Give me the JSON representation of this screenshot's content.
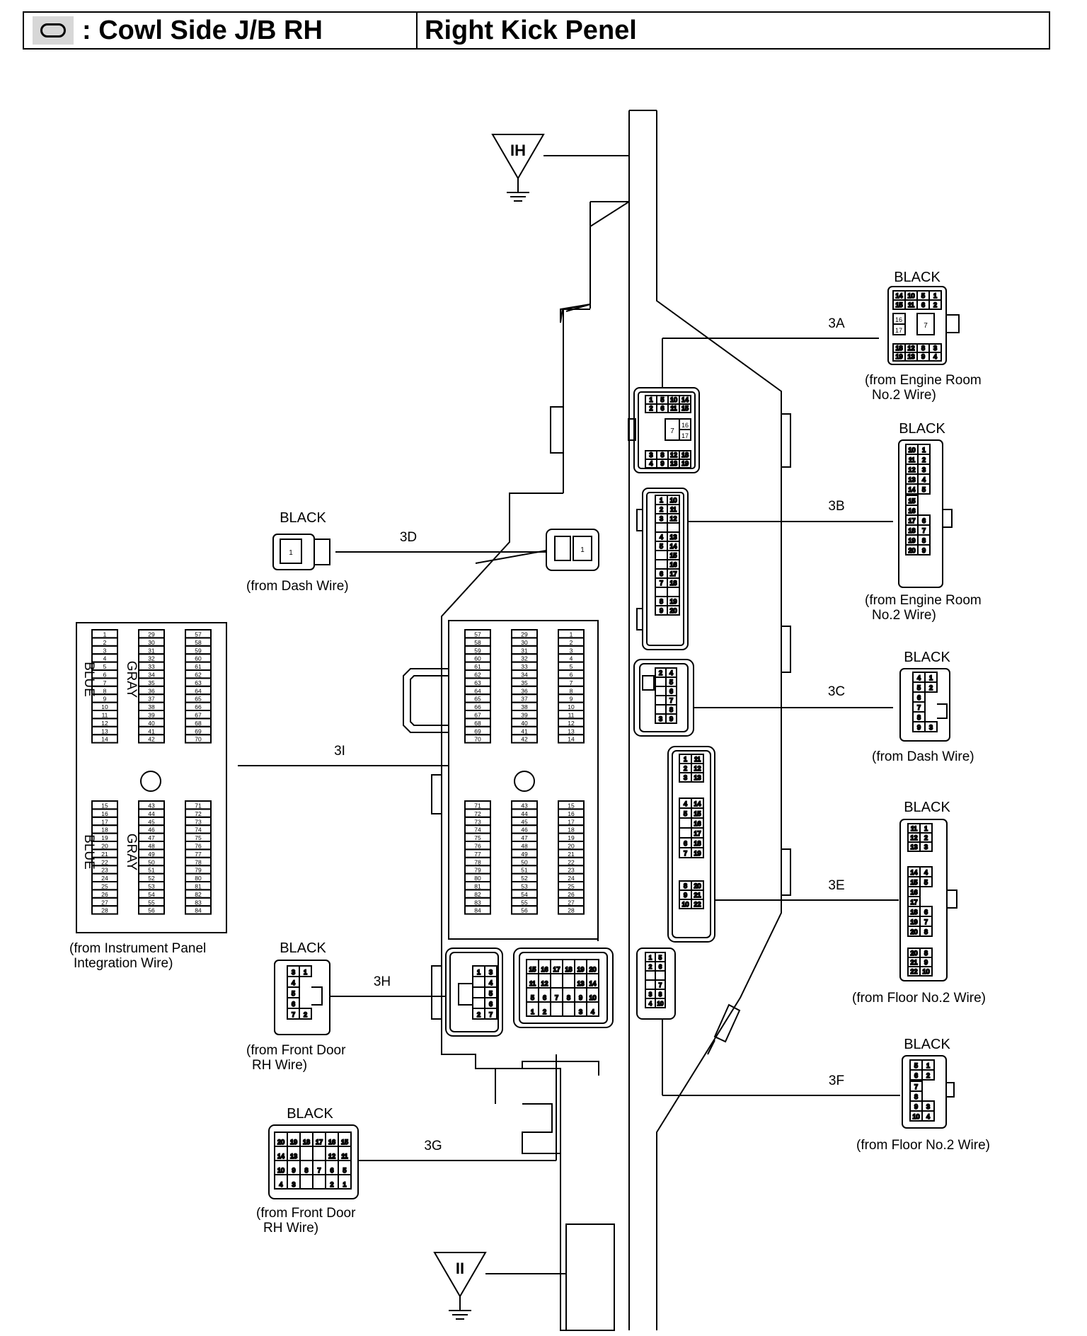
{
  "header": {
    "symbol": "oval-connector-symbol",
    "left_title": ": Cowl Side J/B RH",
    "right_title": "Right Kick Penel"
  },
  "grounds": [
    {
      "label": "IH"
    },
    {
      "label": "II"
    }
  ],
  "connector_ids": {
    "c3A": "3A",
    "c3B": "3B",
    "c3C": "3C",
    "c3D": "3D",
    "c3E": "3E",
    "c3F": "3F",
    "c3G": "3G",
    "c3H": "3H",
    "c3I": "3I"
  },
  "connectors": {
    "c3A": {
      "color": "BLACK",
      "from": [
        "(from Engine Room",
        "No.2 Wire)"
      ],
      "pins_top": [
        [
          "14",
          "10",
          "5",
          "1"
        ],
        [
          "15",
          "11",
          "6",
          "2"
        ]
      ],
      "pins_mid": [
        "16",
        "17",
        "7"
      ],
      "pins_bottom": [
        [
          "18",
          "12",
          "8",
          "3"
        ],
        [
          "19",
          "13",
          "9",
          "4"
        ]
      ]
    },
    "c3B": {
      "color": "BLACK",
      "from": [
        "(from Engine Room",
        "No.2 Wire)"
      ],
      "pins": [
        [
          "10",
          "1"
        ],
        [
          "11",
          "2"
        ],
        [
          "12",
          "3"
        ],
        [
          "13",
          "4"
        ],
        [
          "14",
          "5"
        ],
        [
          "15"
        ],
        [
          "16"
        ],
        [
          "17",
          "6"
        ],
        [
          "18",
          "7"
        ],
        [
          "19",
          "8"
        ],
        [
          "20",
          "9"
        ]
      ]
    },
    "c3C": {
      "color": "BLACK",
      "from": [
        "(from Dash Wire)"
      ],
      "pins": [
        [
          "4",
          "1"
        ],
        [
          "5",
          "2"
        ],
        [
          "6"
        ],
        [
          "7"
        ],
        [
          "8"
        ],
        [
          "9",
          "3"
        ]
      ]
    },
    "c3D": {
      "color": "BLACK",
      "from": [
        "(from Dash Wire)"
      ],
      "pins": [
        "1"
      ]
    },
    "c3E": {
      "color": "BLACK",
      "from": [
        "(from Floor No.2 Wire)"
      ],
      "pins": [
        [
          "11",
          "1"
        ],
        [
          "12",
          "2"
        ],
        [
          "13",
          "3"
        ],
        [
          "14",
          "4"
        ],
        [
          "15",
          "5"
        ],
        [
          "16"
        ],
        [
          "17"
        ],
        [
          "18",
          "6"
        ],
        [
          "19",
          "7"
        ],
        [
          "20",
          "8"
        ],
        [
          "21",
          "9"
        ],
        [
          "22",
          "10"
        ]
      ]
    },
    "c3F": {
      "color": "BLACK",
      "from": [
        "(from Floor No.2 Wire)"
      ],
      "pins": [
        [
          "5",
          "1"
        ],
        [
          "6",
          "2"
        ],
        [
          "7"
        ],
        [
          "8"
        ],
        [
          "9",
          "3"
        ],
        [
          "10",
          "4"
        ]
      ]
    },
    "c3G": {
      "color": "BLACK",
      "from": [
        "(from Front Door",
        "RH Wire)"
      ],
      "pins": [
        [
          "20",
          "19",
          "18",
          "17",
          "16",
          "15"
        ],
        [
          "14",
          "13",
          "",
          "",
          "12",
          "11"
        ],
        [
          "10",
          "9",
          "8",
          "7",
          "6",
          "5"
        ],
        [
          "4",
          "3",
          "",
          "",
          "2",
          "1"
        ]
      ]
    },
    "c3H": {
      "color": "BLACK",
      "from": [
        "(from Front Door",
        "RH Wire)"
      ],
      "pins": [
        [
          "3",
          "1"
        ],
        [
          "4"
        ],
        [
          "5"
        ],
        [
          "6"
        ],
        [
          "7",
          "2"
        ]
      ]
    },
    "c3I": {
      "from": [
        "(from Instrument Panel",
        "Integration Wire)"
      ],
      "col1_top": [
        "1",
        "2",
        "3",
        "4",
        "5",
        "6",
        "7",
        "8",
        "9",
        "10",
        "11",
        "12",
        "13",
        "14"
      ],
      "col2_top": [
        "29",
        "30",
        "31",
        "32",
        "33",
        "34",
        "35",
        "36",
        "37",
        "38",
        "39",
        "40",
        "41",
        "42"
      ],
      "col3_top": [
        "57",
        "58",
        "59",
        "60",
        "61",
        "62",
        "63",
        "64",
        "65",
        "66",
        "67",
        "68",
        "69",
        "70"
      ],
      "col1_bottom": [
        "15",
        "16",
        "17",
        "18",
        "19",
        "20",
        "21",
        "22",
        "23",
        "24",
        "25",
        "26",
        "27",
        "28"
      ],
      "col2_bottom": [
        "43",
        "44",
        "45",
        "46",
        "47",
        "48",
        "49",
        "50",
        "51",
        "52",
        "53",
        "54",
        "55",
        "56"
      ],
      "col3_bottom": [
        "71",
        "72",
        "73",
        "74",
        "75",
        "76",
        "77",
        "78",
        "79",
        "80",
        "81",
        "82",
        "83",
        "84"
      ],
      "color_blue": "BLUE",
      "color_gray": "GRAY"
    }
  },
  "colors": {
    "line": "#000000",
    "background": "#ffffff",
    "header_symbol_bg": "#d7d7d7"
  }
}
